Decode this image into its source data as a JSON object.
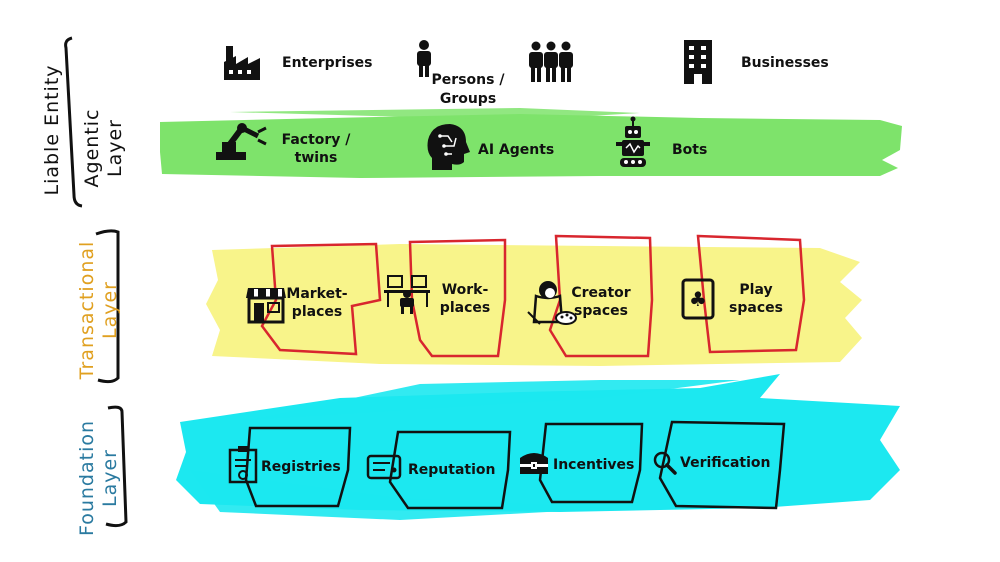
{
  "layers": {
    "liable": {
      "label": "Liable Entity",
      "items": [
        {
          "label": "Enterprises",
          "icon": "factory-icon"
        },
        {
          "label": "Persons /",
          "label2": "Groups",
          "icon": "person-icon"
        },
        {
          "label": "",
          "icon": "group-icon"
        },
        {
          "label": "Businesses",
          "icon": "building-icon"
        }
      ]
    },
    "agentic": {
      "label1": "Agentic",
      "label2": "Layer",
      "color": "#7ee36b",
      "items": [
        {
          "label": "Factory /",
          "label2": "twins",
          "icon": "robot-arm-icon"
        },
        {
          "label": "AI Agents",
          "icon": "ai-head-icon"
        },
        {
          "label": "Bots",
          "icon": "robot-icon"
        }
      ]
    },
    "transactional": {
      "label1": "Transactional",
      "label2": "Layer",
      "color": "#f8f48a",
      "text_color": "#e0a020",
      "box_color": "#d8262e",
      "items": [
        {
          "label": "Market-",
          "label2": "places",
          "icon": "storefront-icon"
        },
        {
          "label": "Work-",
          "label2": "places",
          "icon": "workspace-icon"
        },
        {
          "label": "Creator",
          "label2": "spaces",
          "icon": "painter-icon"
        },
        {
          "label": "Play",
          "label2": "spaces",
          "icon": "playing-card-icon"
        }
      ]
    },
    "foundation": {
      "label1": "Foundation",
      "label2": "Layer",
      "color": "#1ce8f0",
      "text_color": "#2a7aa0",
      "items": [
        {
          "label": "Registries",
          "icon": "certificate-icon"
        },
        {
          "label": "Reputation",
          "icon": "id-card-icon"
        },
        {
          "label": "Incentives",
          "icon": "treasure-chest-icon"
        },
        {
          "label": "Verification",
          "icon": "magnifier-icon"
        }
      ]
    }
  }
}
